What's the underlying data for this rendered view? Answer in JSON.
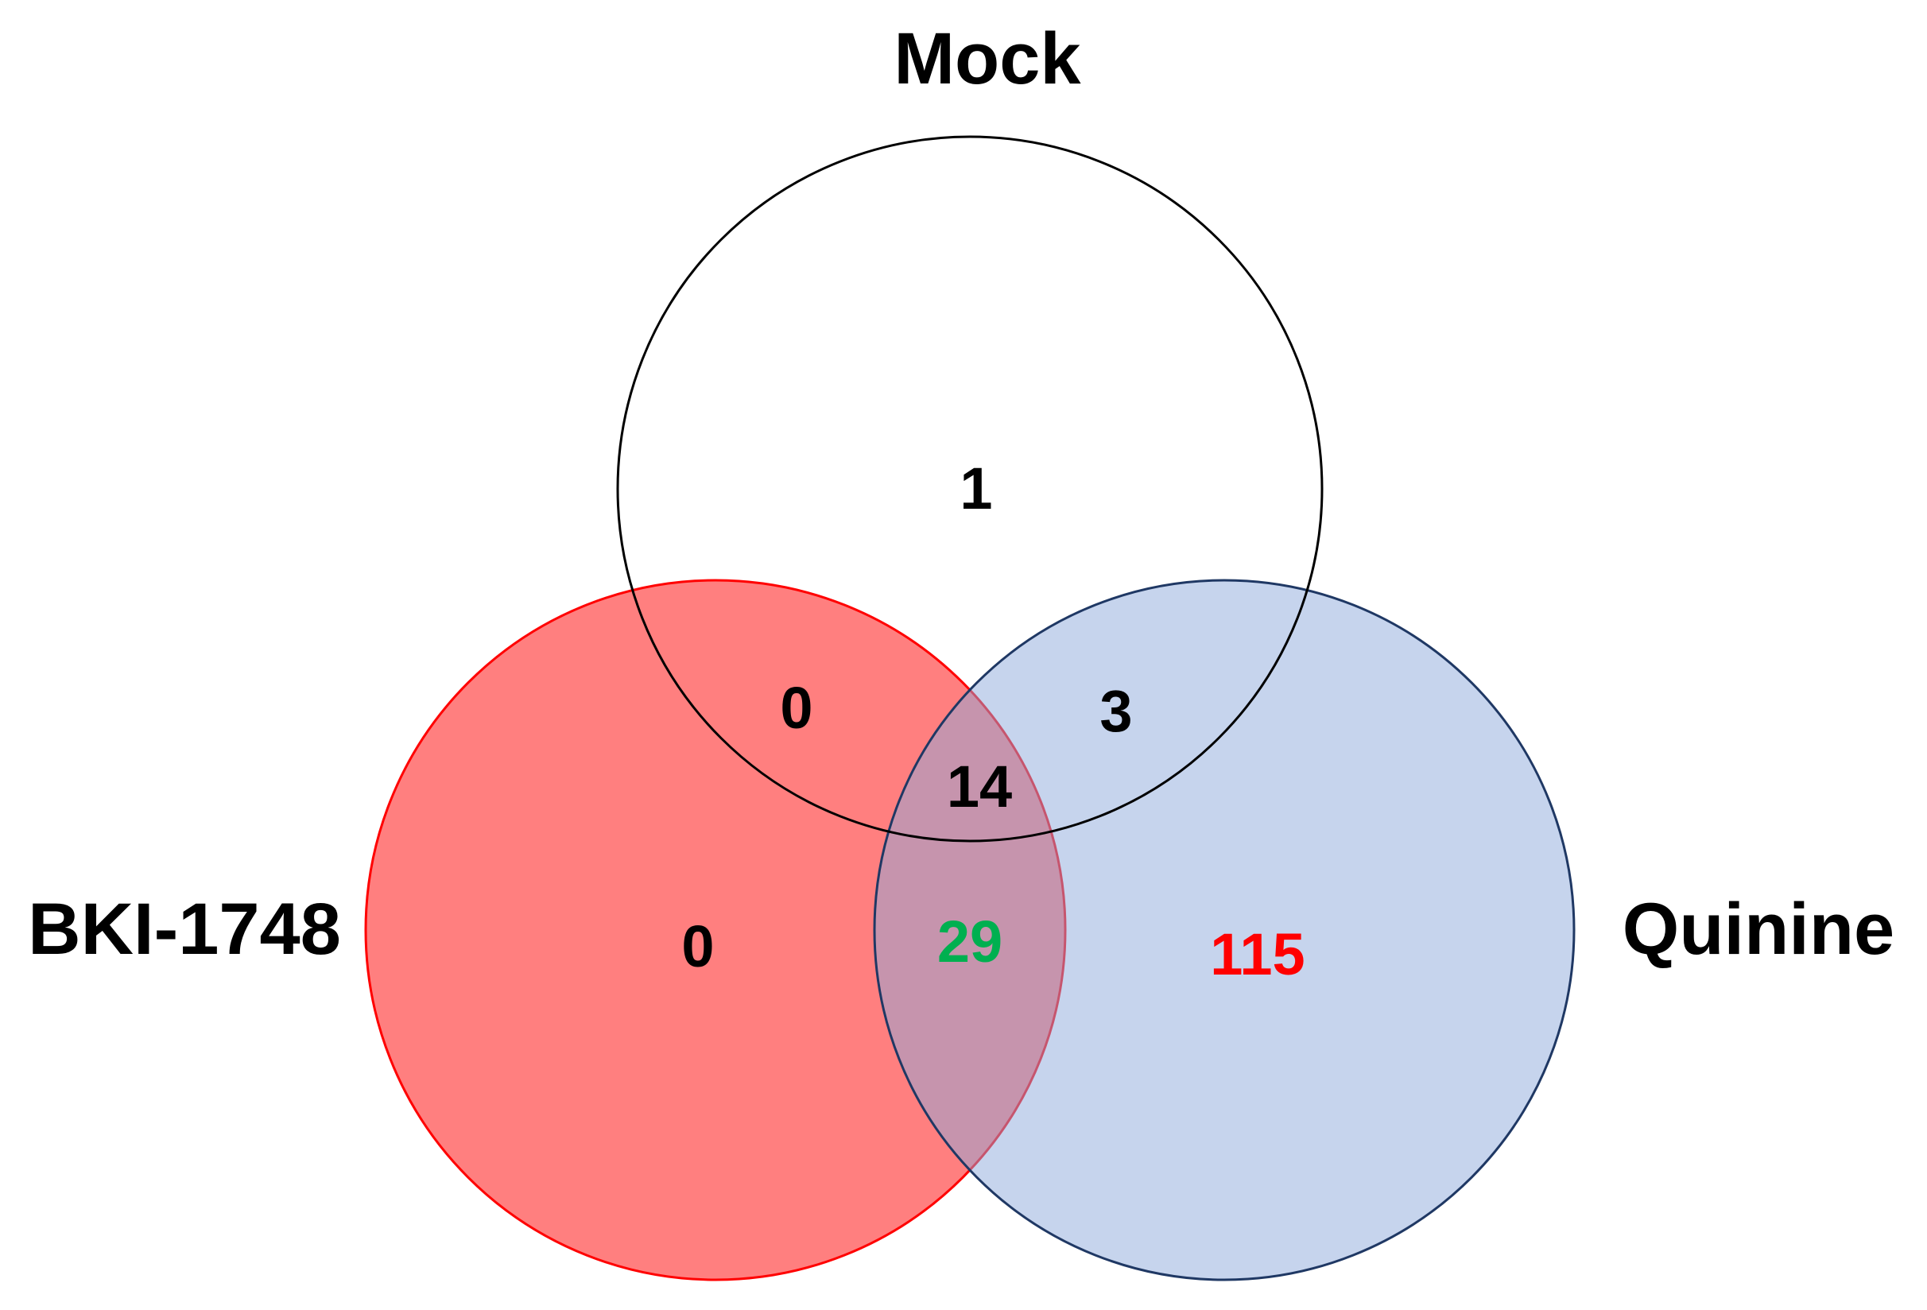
{
  "diagram": {
    "type": "venn",
    "sets": [
      {
        "id": "mock",
        "label": "Mock",
        "fill": "none",
        "stroke": "#000000"
      },
      {
        "id": "bki",
        "label": "BKI-1748",
        "fill": "#ff0000",
        "fill_opacity": 0.5,
        "stroke": "#ff0000"
      },
      {
        "id": "quinine",
        "label": "Quinine",
        "fill": "#8ea9db",
        "fill_opacity": 0.5,
        "stroke": "#1f3864"
      }
    ],
    "regions": {
      "mock_only": {
        "value": "1",
        "color": "#000000"
      },
      "mock_bki": {
        "value": "0",
        "color": "#000000"
      },
      "mock_quinine": {
        "value": "3",
        "color": "#000000"
      },
      "all_three": {
        "value": "14",
        "color": "#000000"
      },
      "bki_only": {
        "value": "0",
        "color": "#000000"
      },
      "bki_quinine": {
        "value": "29",
        "color": "#00b050"
      },
      "quinine_only": {
        "value": "115",
        "color": "#ff0000"
      }
    }
  }
}
